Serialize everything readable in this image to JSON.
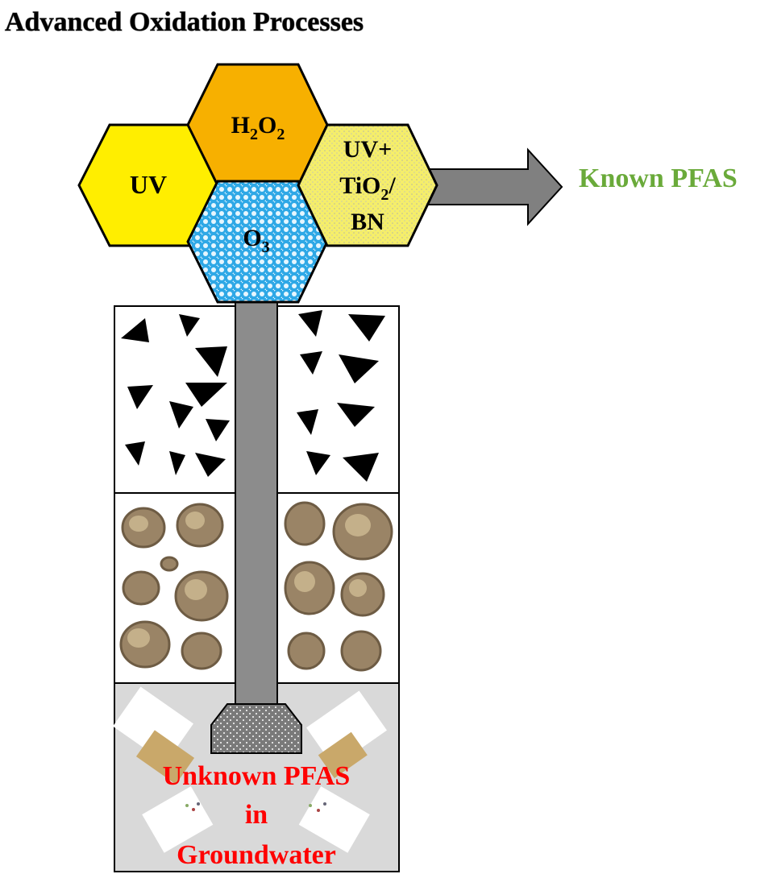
{
  "title": "Advanced Oxidation Processes",
  "hexagons": {
    "uv": {
      "label": "UV",
      "fill": "#ffee00"
    },
    "h2o2": {
      "label_main": "H",
      "sub1": "2",
      "mid": "O",
      "sub2": "2",
      "fill": "#f7b000"
    },
    "o3": {
      "label_main": "O",
      "sub": "3",
      "fill": "#2ea8e6"
    },
    "uvtio2": {
      "line1": "UV+",
      "line2_main": "TiO",
      "line2_sub": "2",
      "line2_tail": "/",
      "line3": "BN",
      "fill": "#f5ee6a"
    }
  },
  "output_label": "Known PFAS",
  "bottom_label": {
    "line1": "Unknown PFAS",
    "line2": "in",
    "line3": "Groundwater"
  },
  "colors": {
    "known": "#6aaa3a",
    "unknown": "#ff0000",
    "arrow": "#808080",
    "well": "#8c8c8c",
    "groundwater": "#d9d9d9",
    "rock": "#000000",
    "pebble": "#9a8466"
  },
  "icons": {
    "arrow": "right-arrow-icon",
    "rock": "rock-icon",
    "pebble": "pebble-icon"
  }
}
